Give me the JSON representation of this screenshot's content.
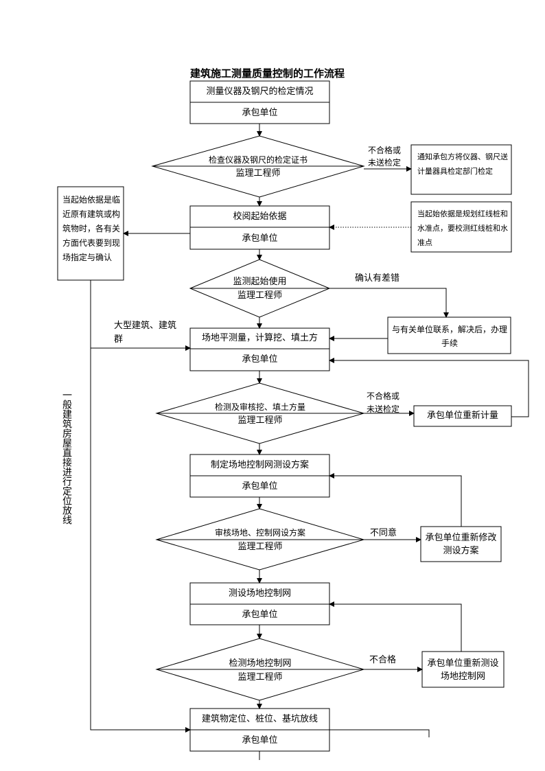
{
  "title": "建筑施工测量质量控制的工作流程",
  "roles": {
    "contractor": "承包单位",
    "supervisor": "监理工程师"
  },
  "steps": {
    "s1": "测量仪器及钢尺的检定情况",
    "d1": "检查仪器及钢尺的检定证书",
    "s2": "校阅起始依据",
    "d2": "监测起始使用",
    "s3": "场地平测量，计算挖、填土方",
    "d3": "检测及审核挖、填土方量",
    "s4": "制定场地控制网测设方案",
    "d4": "审核场地、控制网设方案",
    "s5": "测设场地控制网",
    "d5": "检测场地控制网",
    "s6": "建筑物定位、桩位、基坑放线"
  },
  "branches": {
    "b1_label": "不合格或未送检定",
    "b1_box": "通知承包方将仪器、钢尺送计量器具检定部门检定",
    "b2_note": "当起始依据是规划红线桩和水准点，要校测红线桩和水准点",
    "b2_left_box": "当起始依据是临近原有建筑或构筑物时，各有关方面代表要到现场指定与确认",
    "b3_label": "确认有差错",
    "b3_box": "与有关单位联系，解决后，办理手续",
    "large_label": "大型建筑、建筑群",
    "b4_label": "不合格或未送检定",
    "b4_box": "承包单位重新计量",
    "b5_label": "不同意",
    "b5_box": "承包单位重新修改测设方案",
    "b6_label": "不合格",
    "b6_box": "承包单位重新测设场地控制网",
    "vertical_label": "一般建筑房屋直接进行定位放线"
  }
}
